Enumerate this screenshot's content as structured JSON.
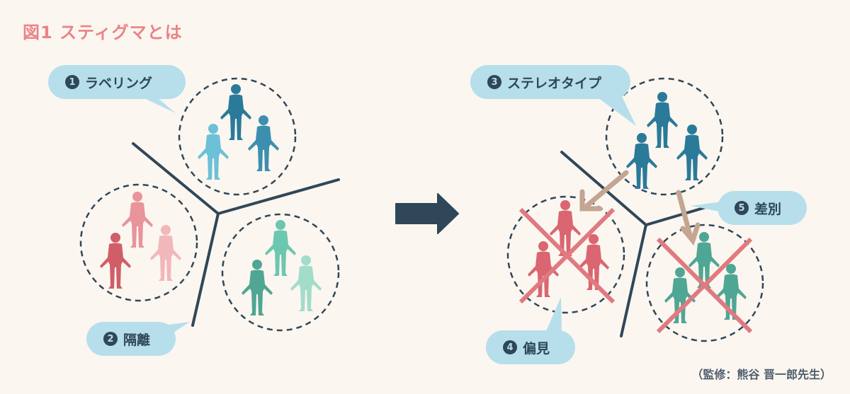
{
  "title": "図1 スティグマとは",
  "colors": {
    "background": "#fcf6f0",
    "title": "#e98487",
    "bubble": "#b6dfeb",
    "dark": "#2f4758",
    "arrow_brown": "#c3a592",
    "cross": "#e07a80",
    "blue_group": [
      "#2a7a9a",
      "#3d8fb0",
      "#6cc0d8"
    ],
    "red_group": [
      "#d05e68",
      "#e8949a",
      "#f2b7bb"
    ],
    "green_group": [
      "#4fa694",
      "#6cc7b1",
      "#a3dccb"
    ]
  },
  "left_panel": {
    "labels": [
      {
        "num": "1",
        "text": "ラベリング"
      },
      {
        "num": "2",
        "text": "隔離"
      }
    ],
    "groups": [
      "blue-group",
      "red-group",
      "green-group"
    ]
  },
  "transition_arrow": "right-arrow",
  "right_panel": {
    "labels": [
      {
        "num": "3",
        "text": "ステレオタイプ"
      },
      {
        "num": "4",
        "text": "偏見"
      },
      {
        "num": "5",
        "text": "差別"
      }
    ]
  },
  "credit": "（監修：熊谷 晋一郎先生）"
}
